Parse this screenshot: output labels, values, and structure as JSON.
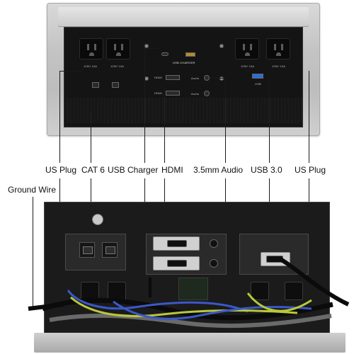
{
  "labels": {
    "us_plug_left": "US Plug",
    "cat6": "CAT 6",
    "usb_charger": "USB Charger",
    "hdmi": "HDMI",
    "audio": "3.5mm Audio",
    "usb3": "USB 3.0",
    "us_plug_right": "US Plug",
    "ground_wire": "Ground Wire"
  },
  "panel_text": {
    "usb_charger": "USB CHARGER",
    "hdmi_left": "HDMI",
    "hdmi_left_2": "HDMI",
    "audio_1": "Audio",
    "audio_2": "Audio",
    "usb": "USB",
    "rating_1": "125V 10A",
    "rating_2": "125V 10A",
    "rating_3": "125V 10A",
    "rating_4": "125V 10A"
  },
  "colors": {
    "frame": "#c4c4c4",
    "panel": "#141414",
    "usb3_port": "#2a6fd6",
    "wire_blue": "#3b58c8",
    "wire_yellow_green": "#b9c93a",
    "wire_gray": "#6a6a6a",
    "wire_black": "#0b0b0b"
  },
  "icons": {
    "outlet": "us-outlet-icon",
    "usb_c": "usb-c-icon",
    "hdmi": "hdmi-port-icon",
    "audio": "audio-jack-icon"
  }
}
